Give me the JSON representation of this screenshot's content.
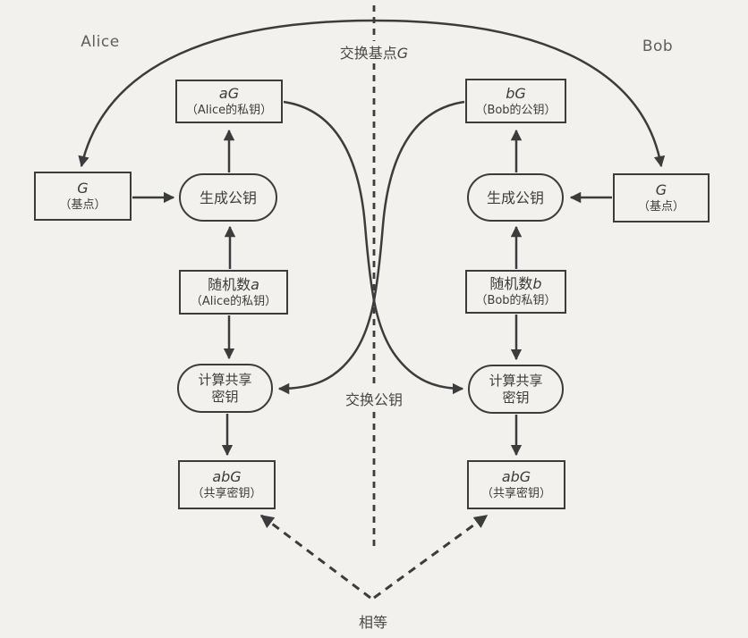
{
  "page": {
    "background": "#f2f1ee",
    "ink": "#3c3c3c"
  },
  "actors": {
    "alice": "Alice",
    "bob": "Bob"
  },
  "center": {
    "exchange_base_prefix": "交换基点",
    "exchange_base_var": "G",
    "exchange_public": "交换公钥",
    "equal": "相等"
  },
  "alice_flow": {
    "public_key": {
      "var": "aG",
      "desc": "（Alice的私钥）"
    },
    "base_point": {
      "var": "G",
      "desc": "（基点）"
    },
    "generate": "生成公钥",
    "random": {
      "prefix": "随机数",
      "var": "a",
      "desc": "（Alice的私钥）"
    },
    "compute_line1": "计算共享",
    "compute_line2": "密钥",
    "shared": {
      "var": "abG",
      "desc": "（共享密钥）"
    }
  },
  "bob_flow": {
    "public_key": {
      "var": "bG",
      "desc": "（Bob的公钥）"
    },
    "base_point": {
      "var": "G",
      "desc": "（基点）"
    },
    "generate": "生成公钥",
    "random": {
      "prefix": "随机数",
      "var": "b",
      "desc": "（Bob的私钥）"
    },
    "compute_line1": "计算共享",
    "compute_line2": "密钥",
    "shared": {
      "var": "abG",
      "desc": "（共享密钥）"
    }
  }
}
